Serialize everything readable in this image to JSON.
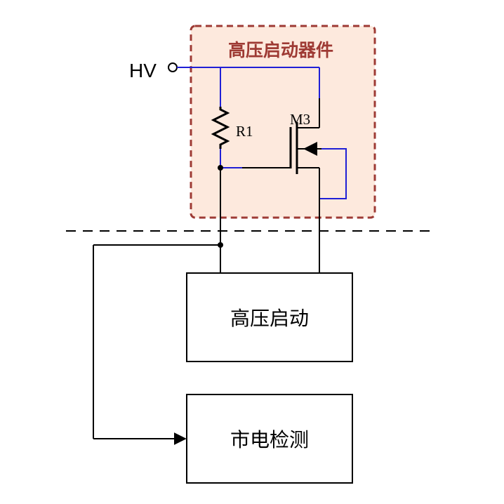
{
  "hv_device": {
    "title": "高压启动器件",
    "fill_color": "#fde9dd",
    "border_color": "#9e3a34"
  },
  "terminal": {
    "label": "HV"
  },
  "resistor": {
    "label": "R1"
  },
  "transistor": {
    "label": "M3"
  },
  "blocks": {
    "startup": {
      "label": "高压启动"
    },
    "detection": {
      "label": "市电检测"
    }
  },
  "colors": {
    "wire_blue": "#1f1fd6",
    "wire_black": "#000000",
    "title_red": "#9e3a34"
  }
}
